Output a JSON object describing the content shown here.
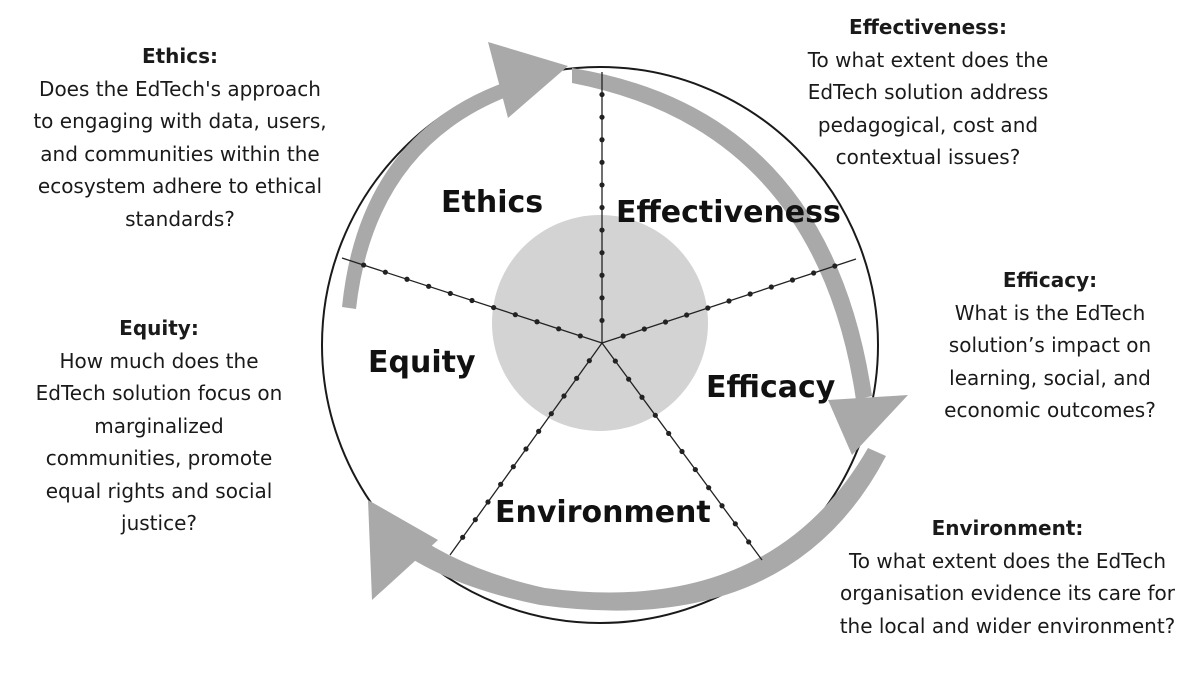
{
  "segments": {
    "ethics": "Ethics",
    "effectiveness": "Effectiveness",
    "efficacy": "Efficacy",
    "environment": "Environment",
    "equity": "Equity"
  },
  "descriptions": {
    "ethics": {
      "heading": "Ethics:",
      "lines": [
        "Does the EdTech's approach",
        "to engaging with data, users,",
        "and communities within the",
        "ecosystem adhere to ethical",
        "standards?"
      ]
    },
    "effectiveness": {
      "heading": "Effectiveness:",
      "lines": [
        "To what extent does the",
        "EdTech solution address",
        "pedagogical, cost and",
        "contextual issues?"
      ]
    },
    "efficacy": {
      "heading": "Efficacy:",
      "lines": [
        "What is the EdTech",
        "solution’s impact on",
        "learning, social, and",
        "economic outcomes?"
      ]
    },
    "equity": {
      "heading": "Equity:",
      "lines": [
        "How much does the",
        "EdTech solution focus on",
        "marginalized",
        "communities, promote",
        "equal rights and social",
        "justice?"
      ]
    },
    "environment": {
      "heading": "Environment:",
      "lines": [
        "To what extent does the EdTech",
        "organisation evidence its care for",
        "the local and wider environment?"
      ]
    }
  },
  "colors": {
    "arrow": "#a9a9a9",
    "center_circle": "#d3d3d3",
    "lines": "#222222"
  }
}
